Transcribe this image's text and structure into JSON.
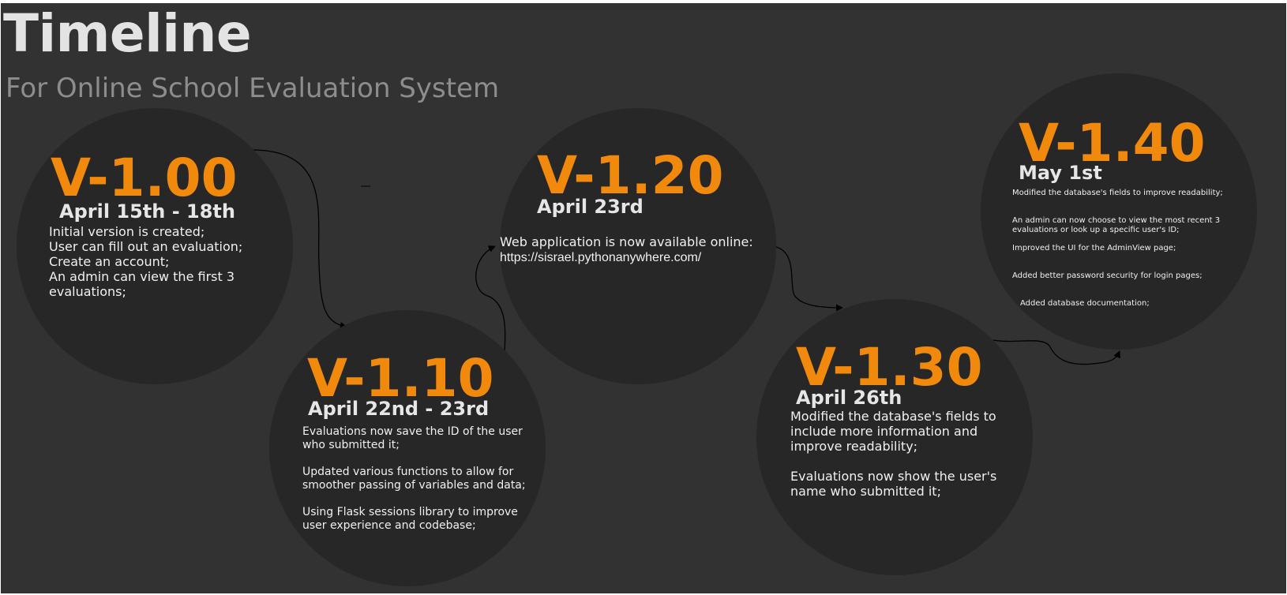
{
  "header": {
    "title": "Timeline",
    "subtitle": "For Online School Evaluation System"
  },
  "colors": {
    "background": "#323232",
    "circle": "#272727",
    "version": "#f0890c",
    "date": "#e6e6e6",
    "text": "#f0f0f0",
    "arrow": "#000000"
  },
  "releases": [
    {
      "version": "V-1.00",
      "date": "April 15th - 18th",
      "notes": [
        "Initial version is created;",
        "User can fill out an evaluation;",
        "Create an account;",
        "An admin can view the first 3 evaluations;"
      ]
    },
    {
      "version": "V-1.10",
      "date": "April 22nd - 23rd",
      "notes": [
        "Evaluations now save the ID of the user who submitted it;",
        "Updated various functions to allow for smoother passing of variables and data;",
        "Using Flask sessions library to improve user experience and codebase;"
      ]
    },
    {
      "version": "V-1.20",
      "date": "April 23rd",
      "notes": [
        "Web application is now available online:",
        "https://sisrael.pythonanywhere.com/"
      ]
    },
    {
      "version": "V-1.30",
      "date": "April 26th",
      "notes": [
        "Modified the database's fields to include more information and improve readability;",
        "Evaluations now show the user's name who submitted it;"
      ]
    },
    {
      "version": "V-1.40",
      "date": "May 1st",
      "notes": [
        "Modified the database's fields to improve readability;",
        "An admin can now choose to view the most recent 3 evaluations or look up a specific user's ID;",
        "Improved the UI for the AdminView page;",
        "Added better password security for login pages;",
        "Added database documentation;"
      ]
    }
  ]
}
